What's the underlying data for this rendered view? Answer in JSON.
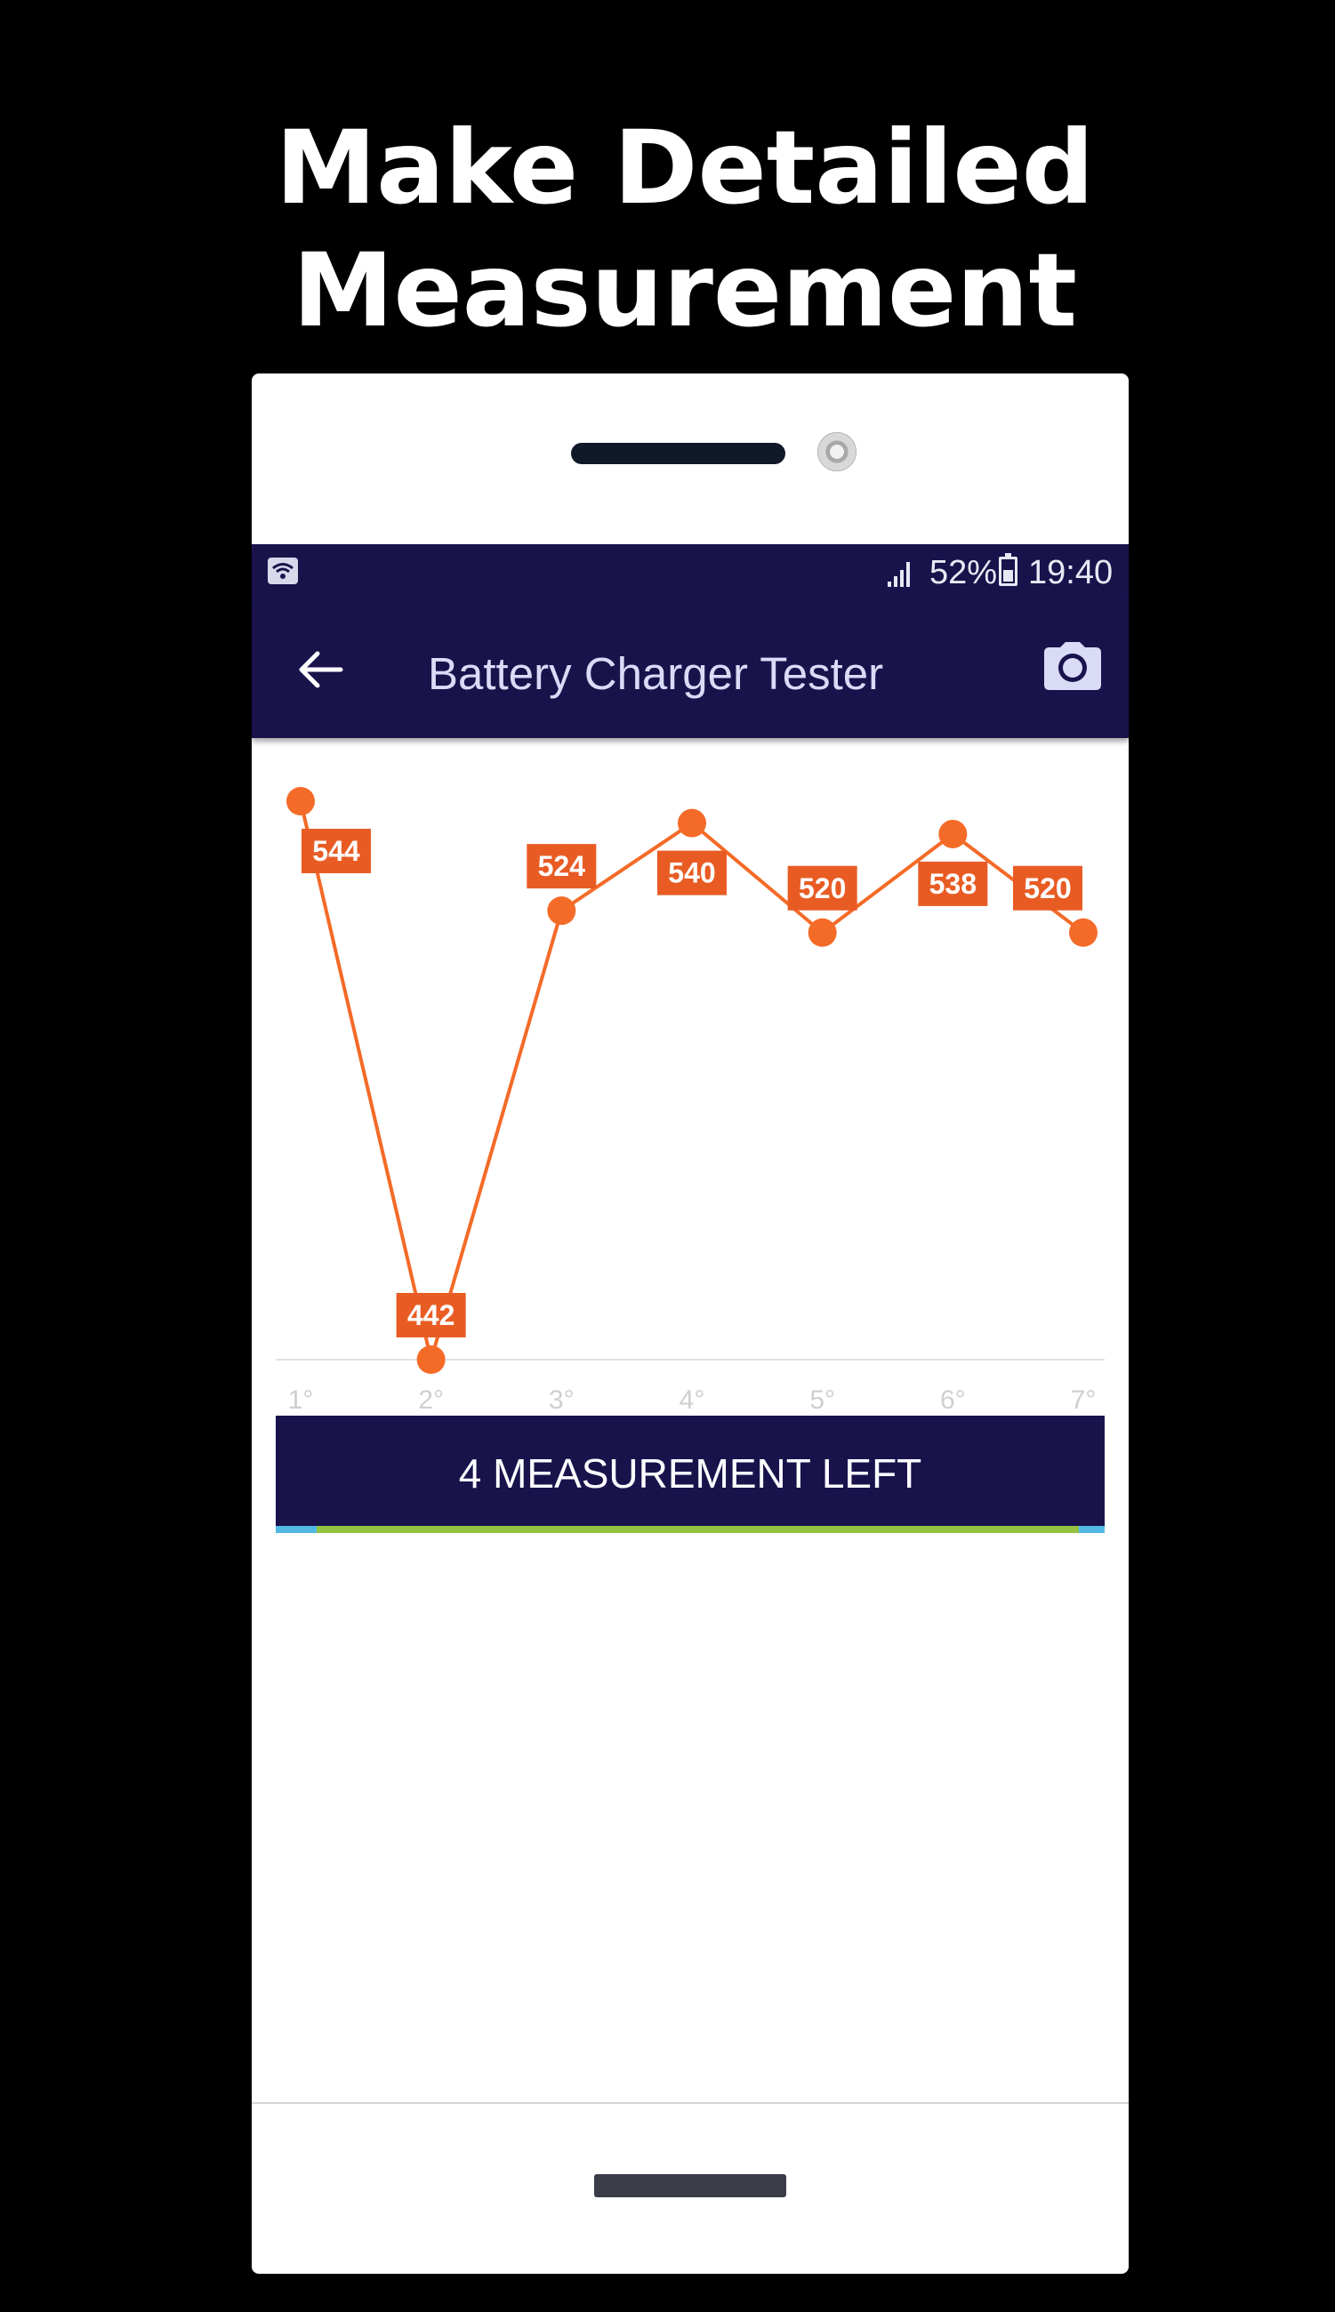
{
  "headline": {
    "line1": "Make Detailed",
    "line2": "Measurement"
  },
  "status_bar": {
    "battery": "52%",
    "time": "19:40"
  },
  "app_bar": {
    "title": "Battery Charger Tester"
  },
  "chart_data": {
    "type": "line",
    "categories": [
      "1°",
      "2°",
      "3°",
      "4°",
      "5°",
      "6°",
      "7°"
    ],
    "values": [
      544,
      442,
      524,
      540,
      520,
      538,
      520
    ],
    "data_labels": [
      "544",
      "442",
      "524",
      "540",
      "520",
      "538",
      "520"
    ],
    "ylim": [
      442,
      544
    ],
    "grid": false,
    "line_color": "#f46a27",
    "label_color": "#e85c24"
  },
  "measure_button": {
    "label": "4 MEASUREMENT LEFT"
  },
  "progress": {
    "fraction": 0.92
  },
  "colors": {
    "primary": "#19134c",
    "accent": "#f46a27",
    "progress_fill": "#93c140",
    "progress_track": "#51b8e6"
  }
}
